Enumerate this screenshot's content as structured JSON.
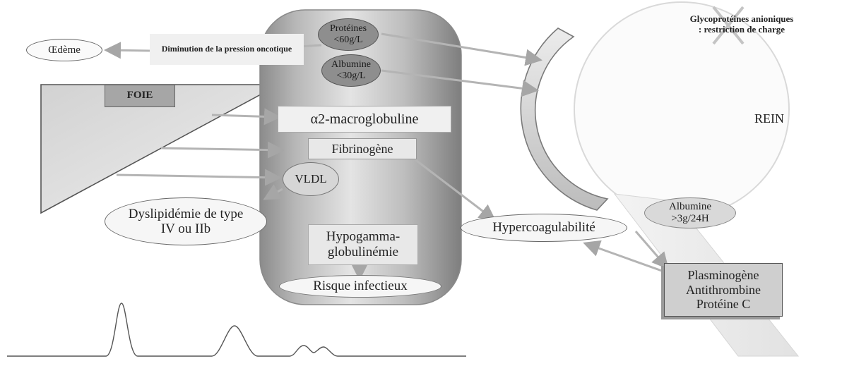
{
  "title": "",
  "nodes": {
    "oedeme": "Œdème",
    "pression": "Diminution de la pression oncotique",
    "foie": "FOIE",
    "proteines": "Protéines <60g/L",
    "albumine_sang": "Albumine <30g/L",
    "macroglobuline": "α2-macroglobuline",
    "fibrinogene": "Fibrinogène",
    "vldl": "VLDL",
    "dyslipidemie": "Dyslipidémie de type IV ou IIb",
    "hypogamma": "Hypogamma-globulinémie",
    "risque": "Risque infectieux",
    "glyco_a": "Glycoprotéines anioniques",
    "glyco_b": ": restriction de charge",
    "rein": "REIN",
    "albumine_urine": "Albumine >3g/24H",
    "hypercoag": "Hypercoagulabilité",
    "plasminogene": "Plasminogène",
    "antithrombine": "Antithrombine",
    "proteine_c": "Protéine C"
  },
  "colors": {
    "cylinder_light": "#e2e2e2",
    "cylinder_dark": "#8d8d8d",
    "box_fill": "#ececec",
    "box_dark": "#9a9a9a",
    "foie_box": "#a9a9a9",
    "ellipse_fill": "#f4f4f4",
    "arrow": "#aeaeae",
    "strike": "#bdbdbd"
  },
  "icons": [
    "arrow-icon",
    "strike-x-icon",
    "electrophoresis-curve-icon"
  ]
}
